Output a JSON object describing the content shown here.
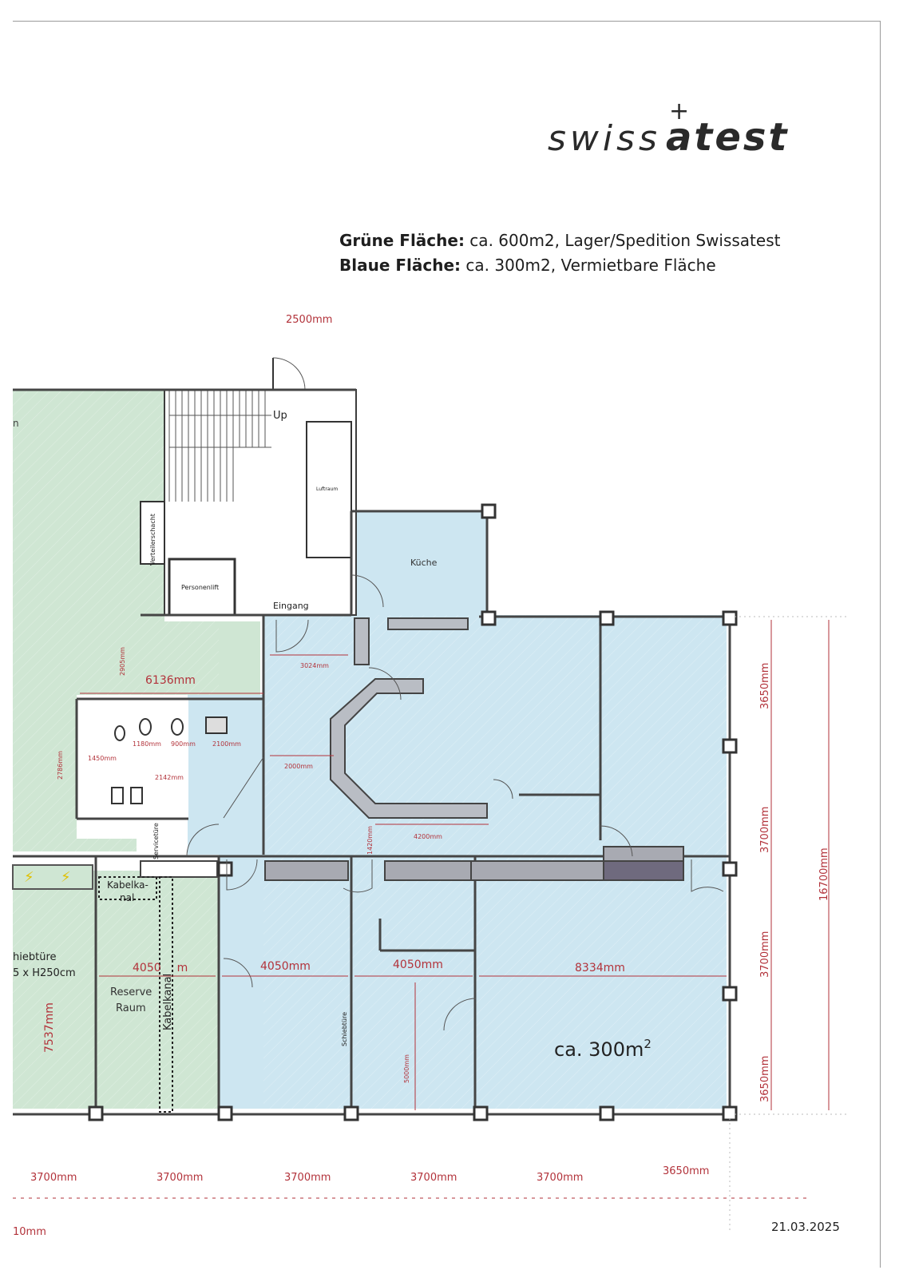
{
  "logo": {
    "part1": "swiss",
    "part2": "atest",
    "mark": "+"
  },
  "legend": {
    "green_label": "Grüne Fläche:",
    "green_text": " ca. 600m2,  Lager/Spedition Swissatest",
    "blue_label": "Blaue Fläche:",
    "blue_text": " ca. 300m2, Vermietbare Fläche"
  },
  "date": "21.03.2025",
  "colors": {
    "green_area": "#cfe6d3",
    "blue_area": "#cde6f1",
    "dimension_red": "#b2323a",
    "wall": "#4a4a4a",
    "grey_bar": "#a8aab2",
    "dark_bar": "#6f6a7e"
  },
  "rooms": {
    "up": "Up",
    "luftraum": "Luftraum",
    "kueche": "Küche",
    "verteilerschacht": "Verteilerschacht",
    "personenlift": "Personenlift",
    "eingang": "Eingang",
    "servicetuere": "Servicetüre",
    "kabelkanal_a": "Kabelka-",
    "kabelkanal_b": "nal",
    "kabelkanal_vertical": "Kabelkanal",
    "reserve_a": "Reserve",
    "reserve_b": "Raum",
    "schiebetuere_left_a": "hiebtüre",
    "schiebetuere_left_b": "5 x H250cm",
    "schiebetuere_vertical": "Schiebtüre",
    "area_label": "ca. 300m",
    "area_sup": "2",
    "edge_fragment": "n"
  },
  "dimensions": {
    "top_2500": "2500mm",
    "d_3024": "3024mm",
    "d_2905": "2905mm",
    "d_6136": "6136mm",
    "d_2786": "2786mm",
    "d_1450": "1450mm",
    "d_1180": "1180mm",
    "d_900": "900mm",
    "d_2100": "2100mm",
    "d_2142": "2142mm",
    "d_2000": "2000mm",
    "d_1420": "1420mm",
    "d_4200": "4200mm",
    "d_4050_a": "4050",
    "d_4050_a_suffix": "m",
    "d_4050_b": "4050mm",
    "d_4050_c": "4050mm",
    "d_8334": "8334mm",
    "d_7537": "7537mm",
    "d_5000": "5000mm",
    "right_3650_top": "3650mm",
    "right_3700_a": "3700mm",
    "right_3700_b": "3700mm",
    "right_3650_bottom": "3650mm",
    "right_16700": "16700mm",
    "bottom": [
      "3700mm",
      "3700mm",
      "3700mm",
      "3700mm",
      "3700mm",
      "3650mm"
    ],
    "bottom_left_fragment": "10mm"
  }
}
